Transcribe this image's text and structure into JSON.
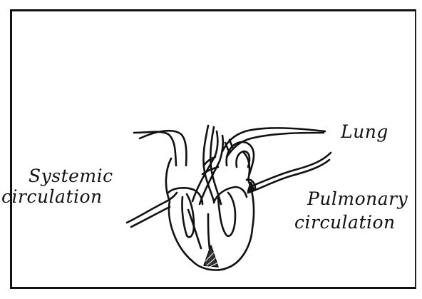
{
  "labels": {
    "lung": "Lung",
    "systemic_line1": "Systemic",
    "systemic_line2": "circulation",
    "pulmonary_line1": "Pulmonary",
    "pulmonary_line2": "circulation"
  },
  "colors": {
    "ink": "#111111",
    "background": "#ffffff"
  }
}
